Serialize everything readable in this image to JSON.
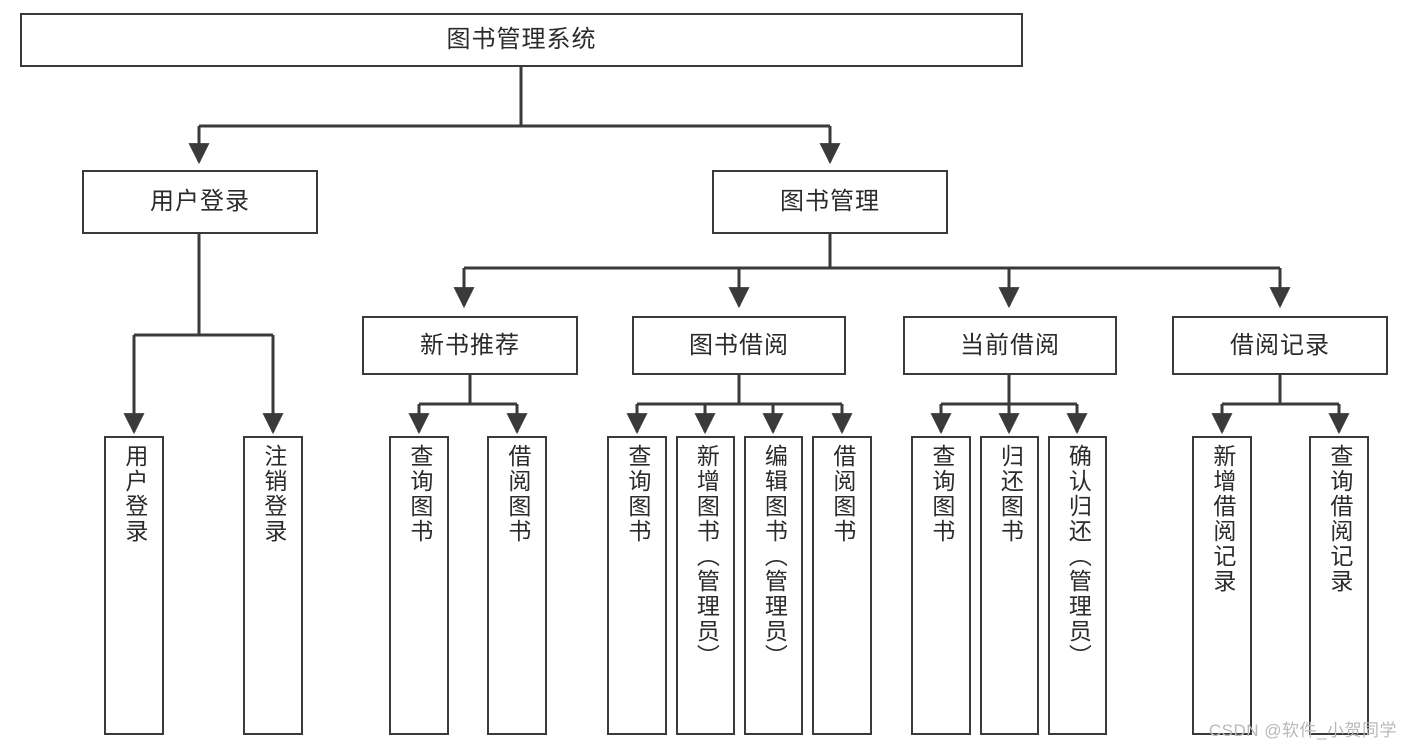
{
  "diagram": {
    "type": "tree",
    "title": "图书管理系统",
    "watermark": "CSDN @软件_小贺同学",
    "colors": {
      "box_border": "#3a3a3a",
      "box_fill": "#ffffff",
      "connector": "#3a3a3a",
      "text": "#2b2b2b",
      "watermark": "#b9b9b9",
      "background": "#ffffff"
    },
    "nodes": {
      "root": {
        "label": "图书管理系统",
        "level": 1
      },
      "l2": [
        {
          "id": "user-login",
          "label": "用户登录",
          "level": 2
        },
        {
          "id": "book-manage",
          "label": "图书管理",
          "level": 2
        }
      ],
      "l3": [
        {
          "id": "new-book-recommend",
          "label": "新书推荐",
          "level": 3,
          "parent": "book-manage"
        },
        {
          "id": "book-borrow",
          "label": "图书借阅",
          "level": 3,
          "parent": "book-manage"
        },
        {
          "id": "current-borrow",
          "label": "当前借阅",
          "level": 3,
          "parent": "book-manage"
        },
        {
          "id": "borrow-record",
          "label": "借阅记录",
          "level": 3,
          "parent": "book-manage"
        }
      ],
      "leaves": [
        {
          "id": "leaf-user-login",
          "label": "用户登录",
          "parent": "user-login"
        },
        {
          "id": "leaf-logout-login",
          "label": "注销登录",
          "parent": "user-login"
        },
        {
          "id": "leaf-query-book-1",
          "label": "查询图书",
          "parent": "new-book-recommend"
        },
        {
          "id": "leaf-borrow-book-1",
          "label": "借阅图书",
          "parent": "new-book-recommend"
        },
        {
          "id": "leaf-query-book-2",
          "label": "查询图书",
          "parent": "book-borrow"
        },
        {
          "id": "leaf-add-book",
          "label": "新增图书（管理员）",
          "parent": "book-borrow"
        },
        {
          "id": "leaf-edit-book",
          "label": "编辑图书（管理员）",
          "parent": "book-borrow"
        },
        {
          "id": "leaf-borrow-book-2",
          "label": "借阅图书",
          "parent": "book-borrow"
        },
        {
          "id": "leaf-query-book-3",
          "label": "查询图书",
          "parent": "current-borrow"
        },
        {
          "id": "leaf-return-book",
          "label": "归还图书",
          "parent": "current-borrow"
        },
        {
          "id": "leaf-confirm-return",
          "label": "确认归还（管理员）",
          "parent": "current-borrow"
        },
        {
          "id": "leaf-add-record",
          "label": "新增借阅记录",
          "parent": "borrow-record"
        },
        {
          "id": "leaf-query-record",
          "label": "查询借阅记录",
          "parent": "borrow-record"
        }
      ]
    }
  }
}
